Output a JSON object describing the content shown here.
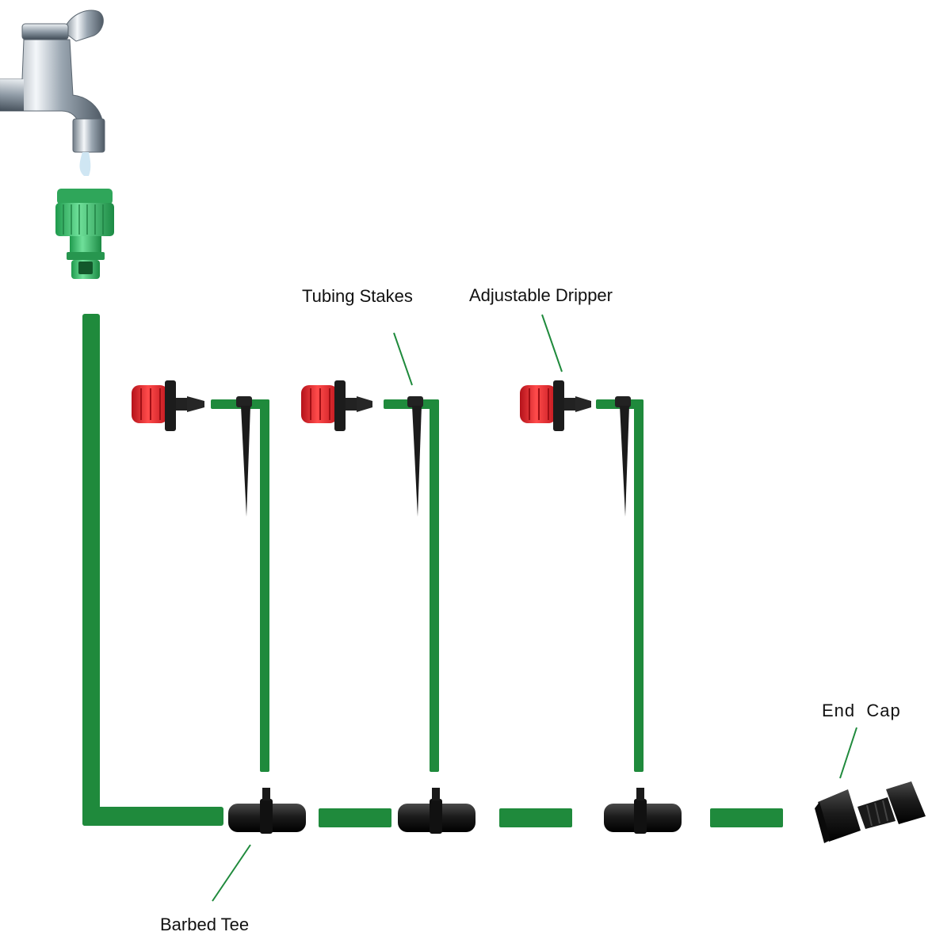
{
  "labels": {
    "tubing_stakes": "Tubing Stakes",
    "adjustable_dripper": "Adjustable Dripper",
    "end_cap": "End  Cap",
    "barbed_tee": "Barbed Tee"
  },
  "colors": {
    "tubing_green": "#1f8a3c",
    "connector_green": "#3cbf6a",
    "dripper_red": "#e8242a",
    "fitting_black": "#1a1a1a",
    "chrome": "#b8c2cc",
    "leader_line": "#1f8a3c"
  },
  "icons": {
    "faucet": "faucet-icon",
    "hose_connector": "hose-connector-icon",
    "dripper": "dripper-icon",
    "stake": "stake-icon",
    "tee": "barbed-tee-icon",
    "end_cap": "end-cap-icon"
  }
}
